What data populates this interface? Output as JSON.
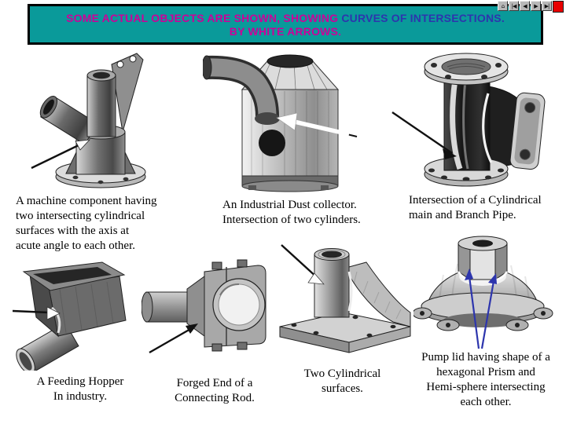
{
  "title": {
    "part1": "SOME ACTUAL OBJECTS ARE SHOWN, SHOWING ",
    "part2": "CURVES OF INTERSECTIONS.",
    "line2": "BY WHITE ARROWS."
  },
  "colors": {
    "page_background": "#ffffff",
    "banner_background": "#0a9a9a",
    "banner_border": "#000000",
    "title_magenta": "#cc0099",
    "title_blue": "#2d35ad",
    "caption_text": "#000000",
    "nav_button_gray": "#b8b8b8",
    "nav_red_block": "#e80000",
    "intersection_arrow_blue": "#2d35ad",
    "intersection_arrow_white": "#ffffff",
    "intersection_arrow_black": "#111111"
  },
  "nav": {
    "buttons": [
      {
        "name": "home",
        "glyph": "⌂"
      },
      {
        "name": "first-slide",
        "glyph": "|◀"
      },
      {
        "name": "previous-slide",
        "glyph": "◀"
      },
      {
        "name": "next-slide",
        "glyph": "▶"
      },
      {
        "name": "last-slide",
        "glyph": "▶|"
      }
    ]
  },
  "figures": [
    {
      "id": "machine-component",
      "caption_lines": [
        "A machine component having",
        "two intersecting cylindrical",
        "surfaces with the axis at",
        "acute angle to each other."
      ]
    },
    {
      "id": "dust-collector",
      "caption_lines": [
        "An Industrial Dust collector.",
        "Intersection of two cylinders."
      ]
    },
    {
      "id": "pipe-tee",
      "caption_lines": [
        "Intersection of a Cylindrical",
        "main and Branch Pipe."
      ]
    },
    {
      "id": "feeding-hopper",
      "caption_lines": [
        "A Feeding Hopper",
        "In industry."
      ]
    },
    {
      "id": "connecting-rod",
      "caption_lines": [
        "Forged End of a",
        "Connecting Rod."
      ]
    },
    {
      "id": "two-cylindrical-surfaces",
      "caption_lines": [
        "Two Cylindrical",
        "surfaces."
      ]
    },
    {
      "id": "pump-lid",
      "caption_lines": [
        "Pump lid having shape of a",
        "hexagonal Prism and",
        "Hemi-sphere intersecting",
        "each other."
      ]
    }
  ]
}
